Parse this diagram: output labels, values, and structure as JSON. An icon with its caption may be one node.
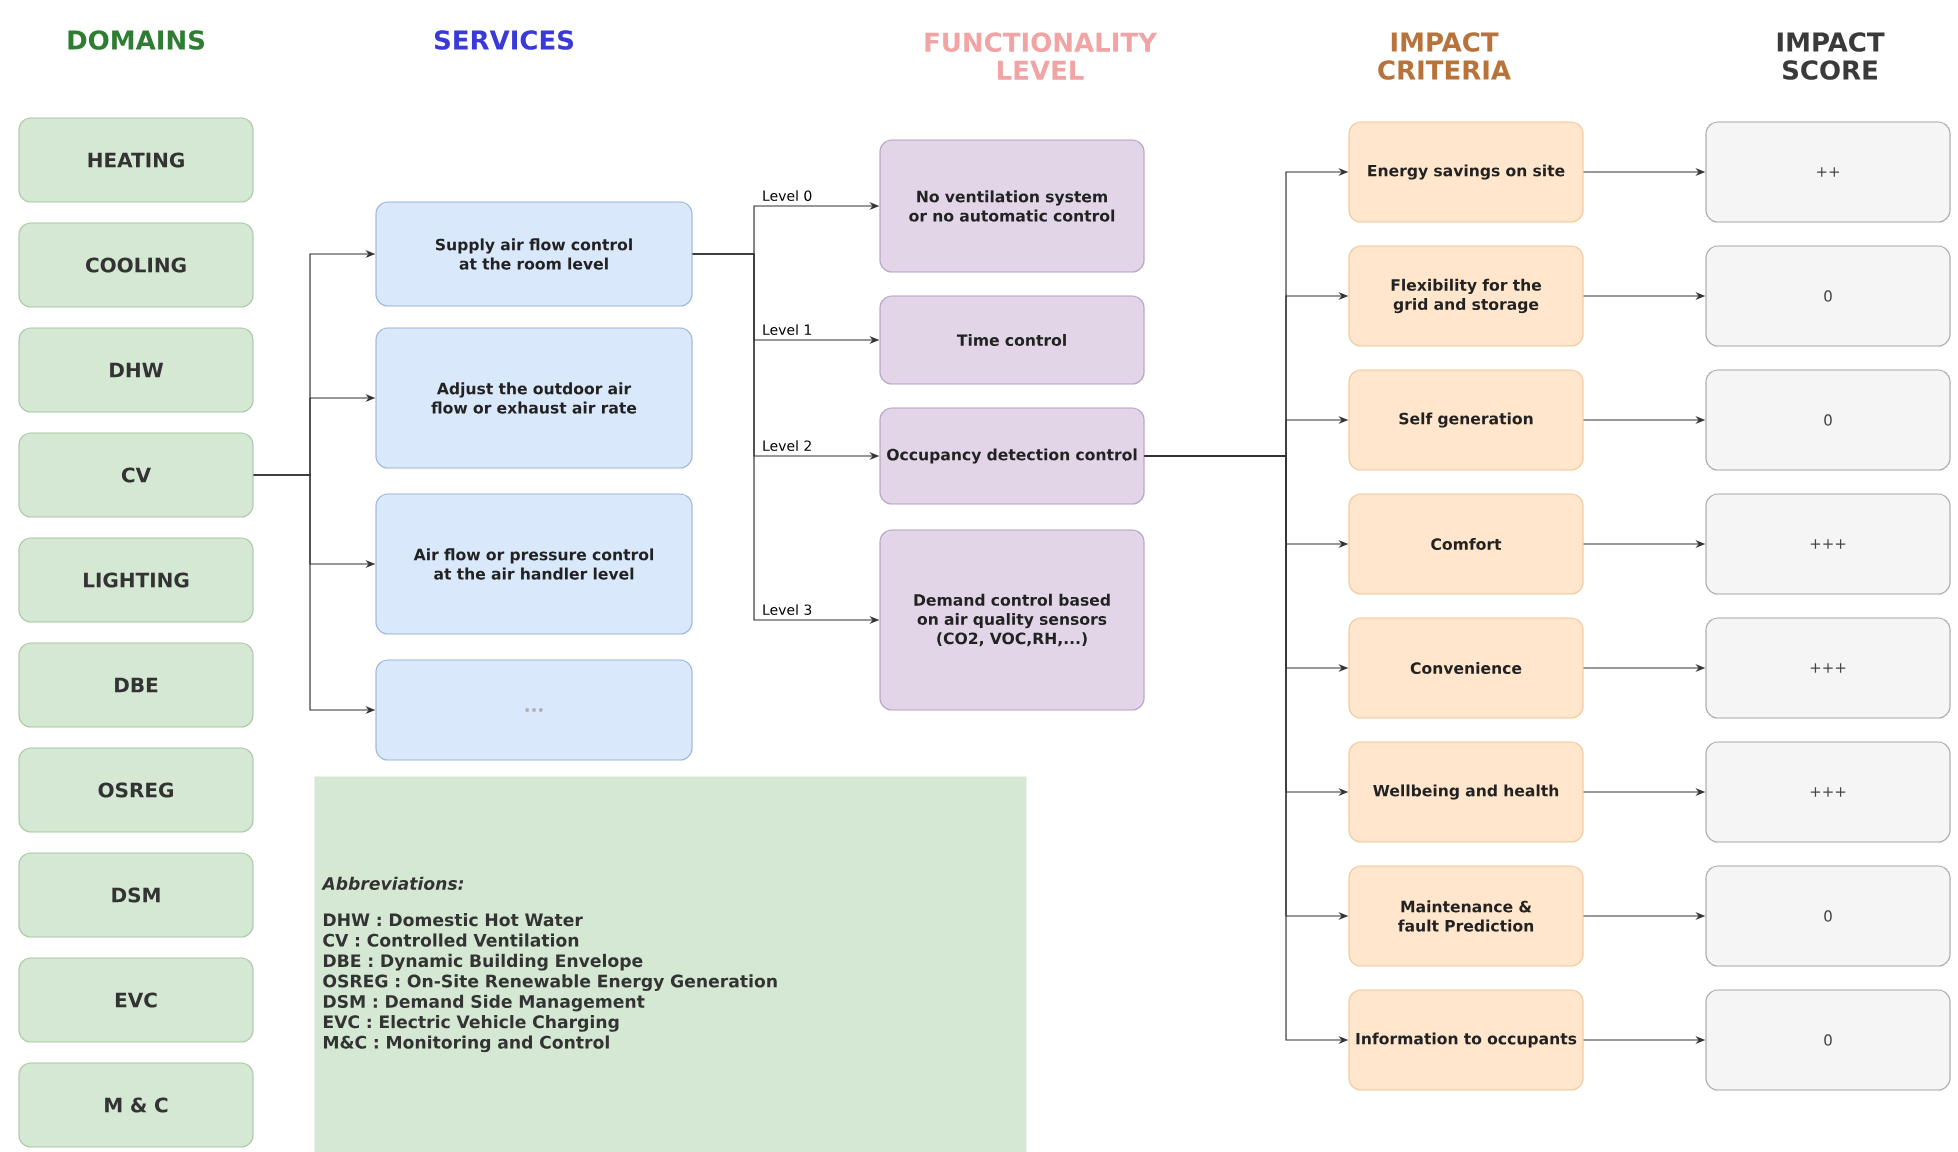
{
  "diagram": {
    "nodes": [
      {
        "text": [
          "HEATING"
        ]
      },
      {
        "text": [
          "COOLING"
        ]
      },
      {
        "text": [
          "DHW"
        ]
      },
      {
        "text": [
          "CV"
        ]
      },
      {
        "text": [
          "LIGHTING"
        ]
      },
      {
        "text": [
          "DBE"
        ]
      },
      {
        "text": [
          "OSREG"
        ]
      },
      {
        "text": [
          "DSM"
        ]
      },
      {
        "text": [
          "EVC"
        ]
      },
      {
        "text": [
          "M & C"
        ]
      },
      {
        "text": [
          "Supply air flow control at the room level"
        ]
      },
      {
        "text": [
          "Adjust the outdoor air flow or exhaust air rate"
        ]
      },
      {
        "text": [
          "Air flow or pressure control at the air handler level"
        ]
      },
      {
        "text": [
          "..."
        ]
      },
      {
        "text": [
          "No ventilation system or no automatic control"
        ]
      },
      {
        "text": [
          "Time control"
        ]
      },
      {
        "text": [
          "Occupancy detection control"
        ]
      },
      {
        "text": [
          "Demand control based on air quality sensors (CO2, VOC,RH,...)"
        ]
      },
      {
        "text": [
          "Energy savings on site"
        ]
      },
      {
        "text": [
          "Flexibility for the grid and storage"
        ]
      },
      {
        "text": [
          "Self generation"
        ]
      },
      {
        "text": [
          "Comfort"
        ]
      },
      {
        "text": [
          "Convenience"
        ]
      },
      {
        "text": [
          "Wellbeing and health"
        ]
      },
      {
        "text": [
          "Maintenance & fault Prediction"
        ]
      },
      {
        "text": [
          "Information to occupants"
        ]
      },
      {
        "text": [
          "++"
        ]
      },
      {
        "text": [
          "0"
        ]
      },
      {
        "text": [
          "0"
        ]
      },
      {
        "text": [
          "+++"
        ]
      },
      {
        "text": [
          "+++"
        ]
      },
      {
        "text": [
          "+++"
        ]
      },
      {
        "text": [
          "0"
        ]
      },
      {
        "text": [
          "0"
        ]
      },
      {
        "text": [
          "Abbreviations:",
          "DHW : Domestic Hot Water",
          "CV : Controlled Ventilation",
          "DBE : Dynamic Building Envelope",
          "OSREG : On-Site Renewable Energy Generation",
          "DSM : Demand Side Management",
          "EVC : Electric Vehicle Charging",
          "M&C : Monitoring and Control"
        ]
      }
    ],
    "edges": [
      {
        "from": 3,
        "to": 10,
        "arrow": "to"
      },
      {
        "from": 3,
        "to": 11,
        "arrow": "to"
      },
      {
        "from": 3,
        "to": 12,
        "arrow": "to"
      },
      {
        "from": 3,
        "to": 13,
        "arrow": "to"
      },
      {
        "from": 10,
        "to": 14,
        "arrow": "to",
        "label": "Level 0"
      },
      {
        "from": 10,
        "to": 15,
        "arrow": "to",
        "label": "Level 1"
      },
      {
        "from": 10,
        "to": 16,
        "arrow": "to",
        "label": "Level 2"
      },
      {
        "from": 10,
        "to": 17,
        "arrow": "to",
        "label": "Level 3"
      },
      {
        "from": 16,
        "to": 18,
        "arrow": "to"
      },
      {
        "from": 16,
        "to": 19,
        "arrow": "to"
      },
      {
        "from": 16,
        "to": 20,
        "arrow": "to"
      },
      {
        "from": 16,
        "to": 21,
        "arrow": "to"
      },
      {
        "from": 16,
        "to": 22,
        "arrow": "to"
      },
      {
        "from": 16,
        "to": 23,
        "arrow": "to"
      },
      {
        "from": 16,
        "to": 24,
        "arrow": "to"
      },
      {
        "from": 16,
        "to": 25,
        "arrow": "to"
      },
      {
        "from": 18,
        "to": 26,
        "arrow": "to"
      },
      {
        "from": 19,
        "to": 27,
        "arrow": "to"
      },
      {
        "from": 20,
        "to": 28,
        "arrow": "to"
      },
      {
        "from": 21,
        "to": 29,
        "arrow": "to"
      },
      {
        "from": 22,
        "to": 30,
        "arrow": "to"
      },
      {
        "from": 23,
        "to": 31,
        "arrow": "to"
      },
      {
        "from": 24,
        "to": 32,
        "arrow": "to"
      },
      {
        "from": 25,
        "to": 33,
        "arrow": "to"
      }
    ],
    "labels": [
      "DOMAINS",
      "SERVICES",
      "FUNCTIONALITY LEVEL",
      "IMPACT CRITERIA",
      "IMPACT SCORE"
    ]
  }
}
